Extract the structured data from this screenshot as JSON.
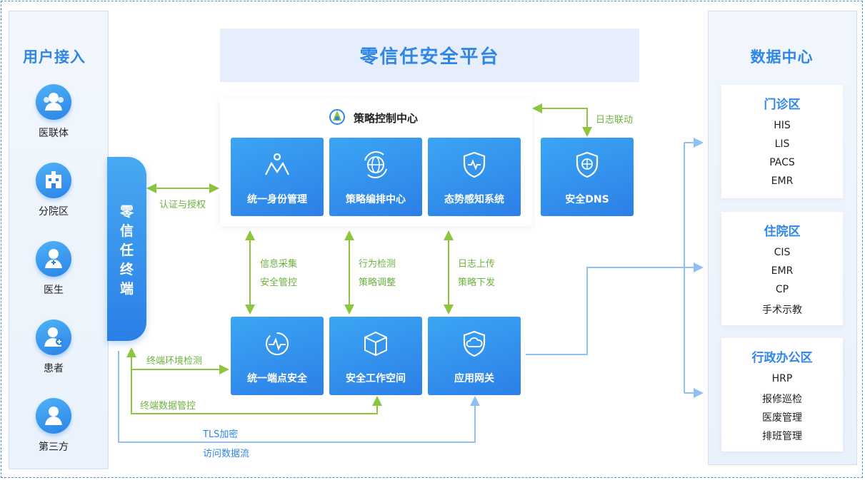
{
  "frame_title": "零信任安全平台",
  "user_access": {
    "title": "用户接入",
    "items": [
      {
        "label": "医联体",
        "icon": "group-icon"
      },
      {
        "label": "分院区",
        "icon": "hospital-icon"
      },
      {
        "label": "医生",
        "icon": "doctor-icon"
      },
      {
        "label": "患者",
        "icon": "patient-icon"
      },
      {
        "label": "第三方",
        "icon": "person-icon"
      }
    ]
  },
  "terminal": {
    "chars": [
      "零",
      "信",
      "任",
      "终",
      "端"
    ]
  },
  "policy_center": {
    "title": "策略控制中心",
    "cards": [
      {
        "label": "统一身份管理",
        "icon": "people-icon"
      },
      {
        "label": "策略编排中心",
        "icon": "globe-cycle-icon"
      },
      {
        "label": "态势感知系统",
        "icon": "shield-pulse-icon"
      }
    ]
  },
  "dns_card": {
    "label": "安全DNS",
    "icon": "shield-globe-icon"
  },
  "bottom_cards": [
    {
      "label": "统一端点安全",
      "icon": "pulse-circle-icon"
    },
    {
      "label": "安全工作空间",
      "icon": "box-icon"
    },
    {
      "label": "应用网关",
      "icon": "shield-cloud-icon"
    }
  ],
  "connectors": {
    "auth": "认证与授权",
    "log_link": "日志联动",
    "info_collect": "信息采集",
    "security_control": "安全管控",
    "behavior_detect": "行为检测",
    "policy_adjust": "策略调整",
    "log_upload": "日志上传",
    "policy_issue": "策略下发",
    "terminal_env": "终端环境检测",
    "terminal_data": "终端数据管控",
    "tls": "TLS加密",
    "access_flow": "访问数据流"
  },
  "data_center": {
    "title": "数据中心",
    "zones": [
      {
        "title": "门诊区",
        "items": [
          "HIS",
          "LIS",
          "PACS",
          "EMR"
        ]
      },
      {
        "title": "住院区",
        "items": [
          "CIS",
          "EMR",
          "CP",
          "手术示教"
        ]
      },
      {
        "title": "行政办公区",
        "items": [
          "HRP",
          "报修巡检",
          "医废管理",
          "排班管理"
        ]
      }
    ]
  },
  "colors": {
    "primary": "#2f86e6",
    "green": "#8cc63f",
    "light_line": "#8fc0f2"
  }
}
